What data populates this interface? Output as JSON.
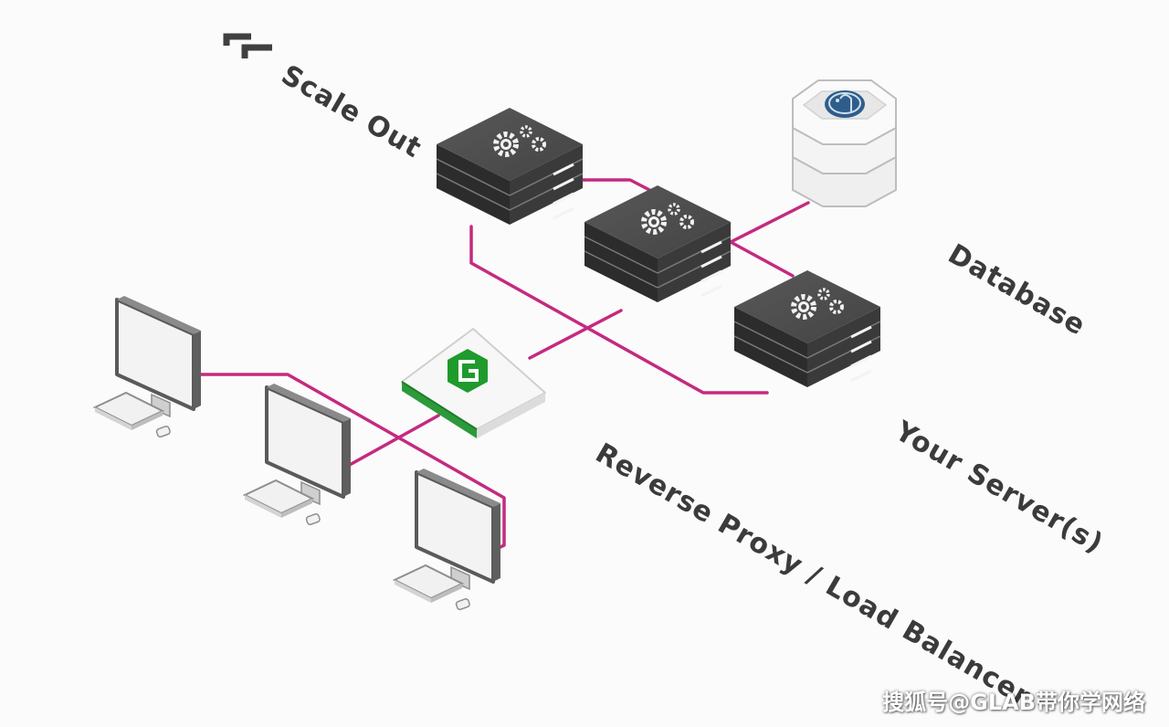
{
  "labels": {
    "scale_out": "Scale Out",
    "database": "Database",
    "your_servers": "Your Server(s)",
    "reverse_proxy": "Reverse Proxy / Load Balancer"
  },
  "watermark": "搜狐号@GLAB带你学网络",
  "colors": {
    "link": "#c42a7f",
    "server_dark": "#3f3f3f",
    "proxy_green": "#1f9a2c",
    "db_icon": "#2f5d8a",
    "monitor_gray": "#6b6b6b"
  },
  "icons": {
    "scale_out": "double-chevron-icon",
    "servers": "gear-icon",
    "database": "elephant-icon",
    "proxy": "g-logo-icon"
  }
}
